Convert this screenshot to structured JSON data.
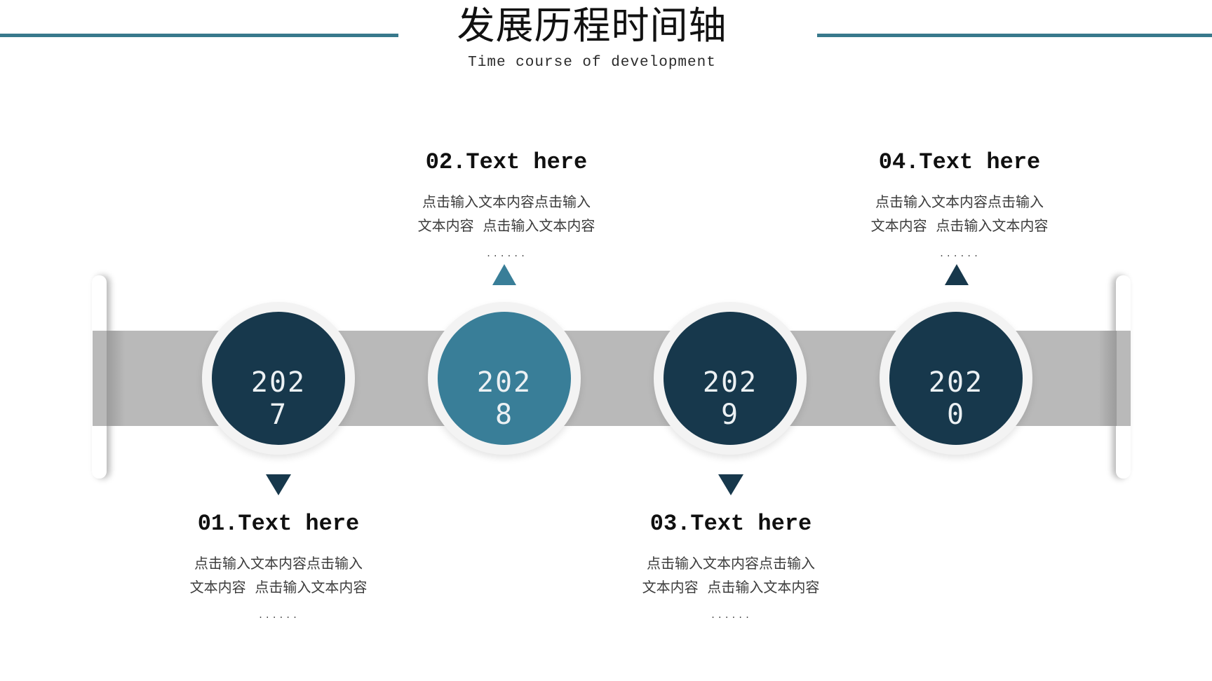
{
  "header": {
    "title_cn": "发展历程时间轴",
    "subtitle_en": "Time course of development",
    "accent_line_color": "#38798c"
  },
  "timeline": {
    "band_color": "#b9b9b9",
    "navy_color": "#17384c",
    "teal_color": "#397e98",
    "ring_color": "#f3f3f3",
    "year_text_color": "#ecf1f4",
    "items": [
      {
        "index": "01",
        "year_top": "202",
        "year_bottom": "7",
        "circle_color": "#17384c",
        "text_position": "below",
        "title": "01.Text here",
        "body_line1": "点击输入文本内容点击输入",
        "body_line2": "文本内容  点击输入文本内容",
        "dots": "......"
      },
      {
        "index": "02",
        "year_top": "202",
        "year_bottom": "8",
        "circle_color": "#397e98",
        "text_position": "above",
        "title": "02.Text here",
        "body_line1": "点击输入文本内容点击输入",
        "body_line2": "文本内容  点击输入文本内容",
        "dots": "......"
      },
      {
        "index": "03",
        "year_top": "202",
        "year_bottom": "9",
        "circle_color": "#17384c",
        "text_position": "below",
        "title": "03.Text here",
        "body_line1": "点击输入文本内容点击输入",
        "body_line2": "文本内容  点击输入文本内容",
        "dots": "......"
      },
      {
        "index": "04",
        "year_top": "202",
        "year_bottom": "0",
        "circle_color": "#17384c",
        "text_position": "above",
        "title": "04.Text here",
        "body_line1": "点击输入文本内容点击输入",
        "body_line2": "文本内容  点击输入文本内容",
        "dots": "......"
      }
    ]
  }
}
